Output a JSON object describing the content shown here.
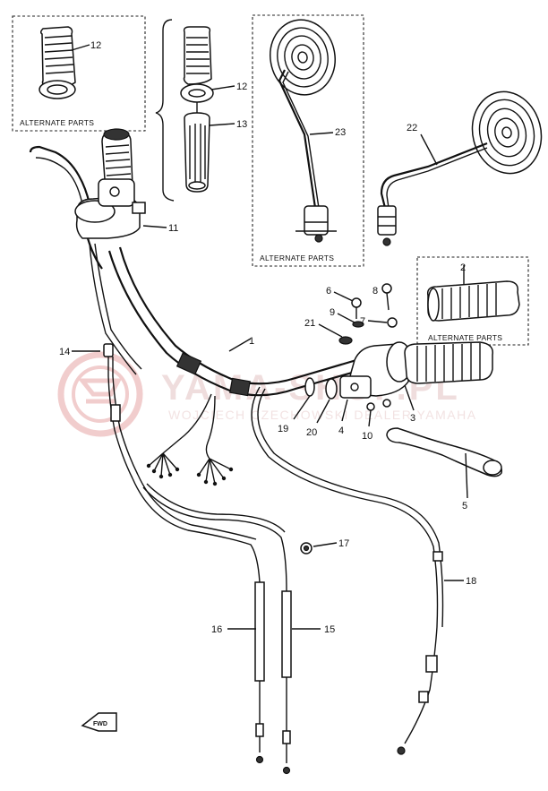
{
  "watermark": {
    "title": "YAMA-SHOP.PL",
    "subtitle": "WOJCIECH CZECHOWSKI DEALER YAMAHA",
    "brand_color": "#cc3333"
  },
  "boxes": {
    "left_caption": "ALTERNATE PARTS",
    "mirror_caption": "ALTERNATE PARTS",
    "grip_caption": "ALTERNATE PARTS"
  },
  "callouts": {
    "p12_box": "12",
    "p12": "12",
    "p13": "13",
    "p23": "23",
    "p22": "22",
    "p11": "11",
    "p2": "2",
    "p6": "6",
    "p8": "8",
    "p9": "9",
    "p7": "7",
    "p21": "21",
    "p14": "14",
    "p1": "1",
    "p19": "19",
    "p20": "20",
    "p4": "4",
    "p10": "10",
    "p3": "3",
    "p5": "5",
    "p17": "17",
    "p18": "18",
    "p16": "16",
    "p15": "15"
  },
  "direction_marker": "FWD"
}
